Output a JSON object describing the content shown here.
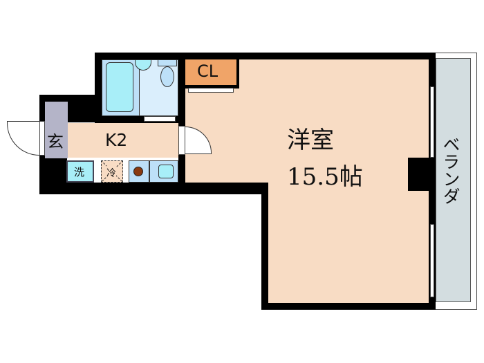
{
  "floor_plan": {
    "rooms": {
      "western_room": {
        "name": "洋室",
        "size": "15.5帖"
      },
      "kitchen": {
        "name": "K2"
      },
      "entrance": {
        "name": "玄"
      },
      "closet": {
        "name": "CL"
      },
      "balcony": {
        "name": "ベランダ"
      },
      "washer": {
        "name": "洗"
      },
      "fridge": {
        "name": "冷"
      }
    },
    "colors": {
      "wall": "#000000",
      "room_floor": "#f8dcc4",
      "closet": "#f0a468",
      "entrance": "#b4b4c8",
      "bath": "#bde0f8",
      "bath_fixture": "#a8eef8",
      "balcony": "#d3dde0",
      "stove": "#8a3a10"
    }
  }
}
